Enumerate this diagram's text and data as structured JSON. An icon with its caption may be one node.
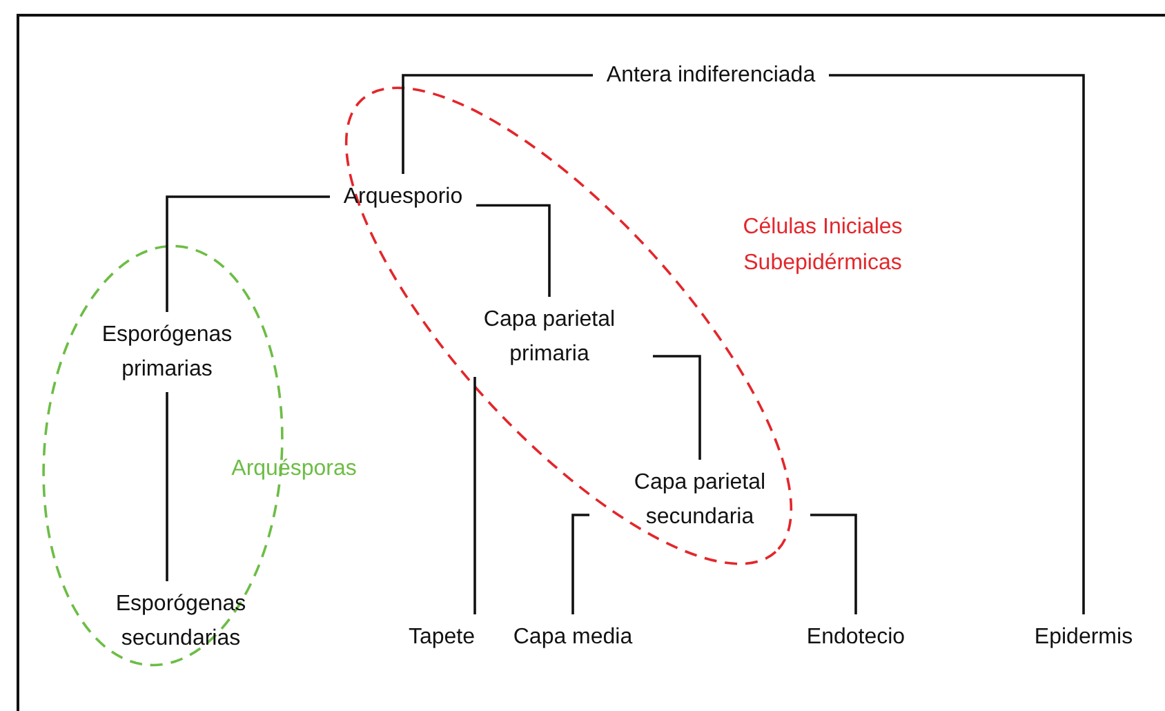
{
  "diagram": {
    "nodes": [
      {
        "text": [
          "Antera indiferenciada"
        ]
      },
      {
        "text": [
          "Arquesporio"
        ]
      },
      {
        "text": [
          "Esporógenas primarias"
        ]
      },
      {
        "text": [
          "Capa parietal primaria"
        ]
      },
      {
        "text": [
          "Capa parietal secundaria"
        ]
      },
      {
        "text": [
          "Esporógenas secundarias"
        ]
      },
      {
        "text": [
          "Tapete"
        ]
      },
      {
        "text": [
          "Capa media"
        ]
      },
      {
        "text": [
          "Endotecio"
        ]
      },
      {
        "text": [
          "Epidermis"
        ]
      }
    ],
    "edges": [
      {
        "from": 0,
        "to": 1,
        "arrow": "none"
      },
      {
        "from": 0,
        "to": 9,
        "arrow": "none"
      },
      {
        "from": 1,
        "to": 2,
        "arrow": "none"
      },
      {
        "from": 1,
        "to": 3,
        "arrow": "none"
      },
      {
        "from": 2,
        "to": 5,
        "arrow": "none"
      },
      {
        "from": 3,
        "to": 6,
        "arrow": "none"
      },
      {
        "from": 3,
        "to": 4,
        "arrow": "none"
      },
      {
        "from": 4,
        "to": 7,
        "arrow": "none"
      },
      {
        "from": 4,
        "to": 8,
        "arrow": "none"
      }
    ],
    "labels": [
      "Células Iniciales Subepidérmicas",
      "Arquésporas"
    ]
  }
}
